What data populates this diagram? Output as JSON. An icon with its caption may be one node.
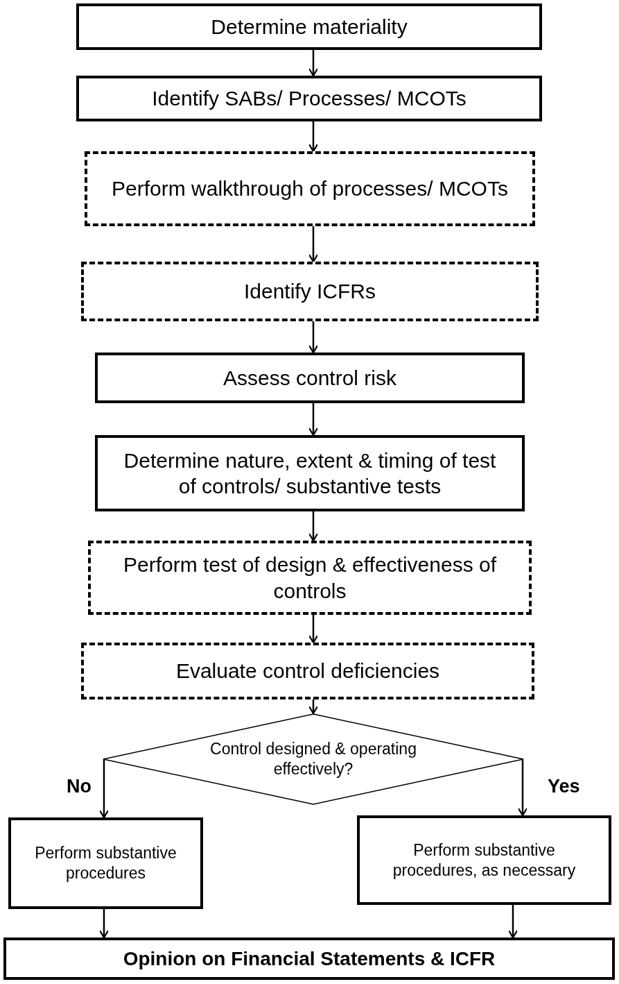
{
  "diagram": {
    "nodes": [
      {
        "text": [
          "Determine materiality"
        ]
      },
      {
        "text": [
          "Identify SABs/ Processes/ MCOTs"
        ]
      },
      {
        "text": [
          "Perform walkthrough of processes/ MCOTs"
        ]
      },
      {
        "text": [
          "Identify ICFRs"
        ]
      },
      {
        "text": [
          "Assess control risk"
        ]
      },
      {
        "text": [
          "Determine nature, extent & timing of test of controls/ substantive tests"
        ]
      },
      {
        "text": [
          "Perform test of design & effectiveness of controls"
        ]
      },
      {
        "text": [
          "Evaluate control deficiencies"
        ]
      },
      {
        "text": [
          "Control designed & operating effectively?"
        ]
      },
      {
        "text": [
          "Perform substantive procedures"
        ]
      },
      {
        "text": [
          "Perform substantive procedures, as necessary"
        ]
      },
      {
        "text": [
          "Opinion on Financial Statements & ICFR"
        ]
      }
    ],
    "edges": [
      {
        "from": 0,
        "to": 1,
        "arrow": "to"
      },
      {
        "from": 1,
        "to": 2,
        "arrow": "to"
      },
      {
        "from": 2,
        "to": 3,
        "arrow": "to"
      },
      {
        "from": 3,
        "to": 4,
        "arrow": "to"
      },
      {
        "from": 4,
        "to": 5,
        "arrow": "to"
      },
      {
        "from": 5,
        "to": 6,
        "arrow": "to"
      },
      {
        "from": 6,
        "to": 7,
        "arrow": "to"
      },
      {
        "from": 7,
        "to": 8,
        "arrow": "to"
      },
      {
        "from": 8,
        "to": 9,
        "arrow": "to",
        "label": "No"
      },
      {
        "from": 8,
        "to": 10,
        "arrow": "to",
        "label": "Yes"
      },
      {
        "from": 9,
        "to": 11,
        "arrow": "to"
      },
      {
        "from": 10,
        "to": 11,
        "arrow": "to"
      }
    ]
  }
}
